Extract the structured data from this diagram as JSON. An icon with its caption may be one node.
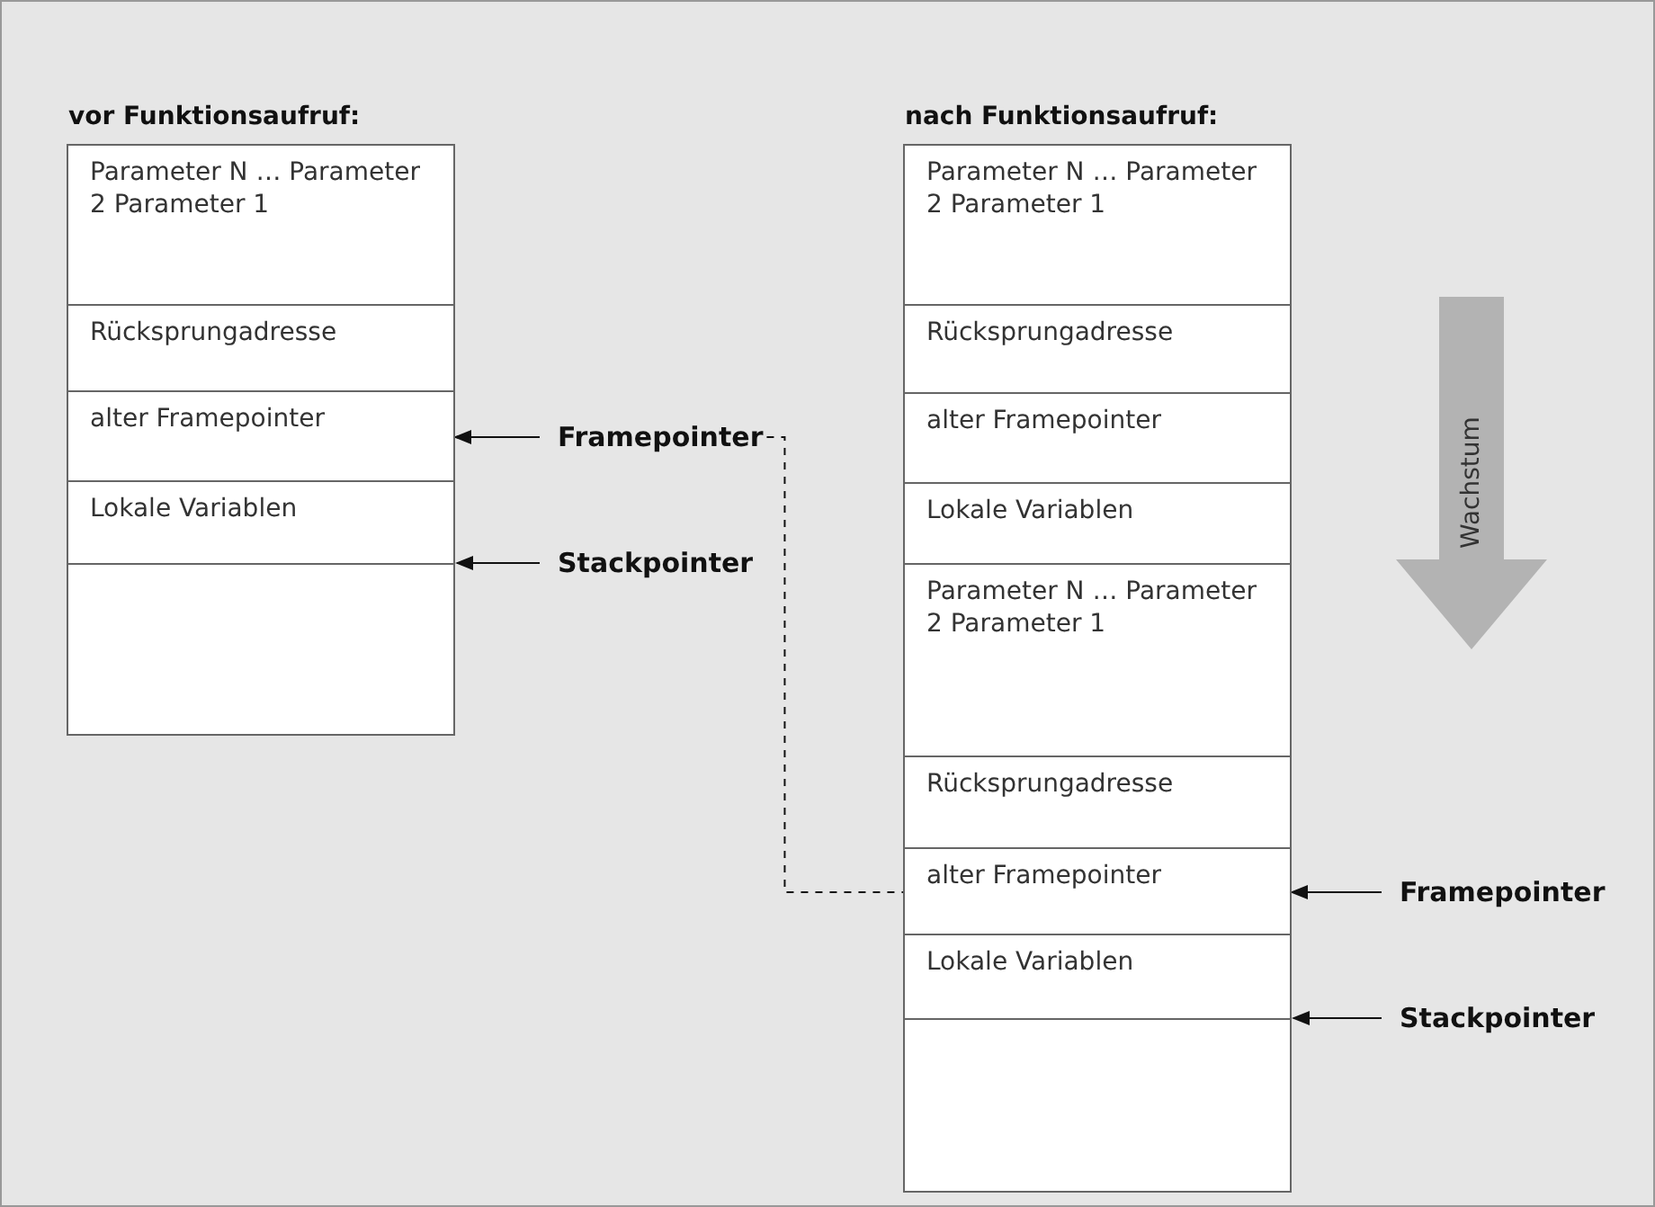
{
  "diagram": {
    "nodes": [
      {
        "text": [
          "vor Funktionsaufruf:"
        ]
      },
      {
        "text": [
          "Parameter N … Parameter 2 Parameter 1"
        ],
        "in": 0
      },
      {
        "text": [
          "Rücksprungadresse"
        ],
        "in": 0
      },
      {
        "text": [
          "alter Framepointer"
        ],
        "in": 0
      },
      {
        "text": [
          "Lokale Variablen"
        ],
        "in": 0
      },
      {
        "text": [
          "Framepointer"
        ]
      },
      {
        "text": [
          "Stackpointer"
        ]
      },
      {
        "text": [
          "nach Funktionsaufruf:"
        ]
      },
      {
        "text": [
          "Parameter N … Parameter 2 Parameter 1"
        ],
        "in": 7
      },
      {
        "text": [
          "Rücksprungadresse"
        ],
        "in": 7
      },
      {
        "text": [
          "alter Framepointer"
        ],
        "in": 7
      },
      {
        "text": [
          "Lokale Variablen"
        ],
        "in": 7
      },
      {
        "text": [
          "Parameter N … Parameter 2 Parameter 1"
        ],
        "in": 7
      },
      {
        "text": [
          "Rücksprungadresse"
        ],
        "in": 7
      },
      {
        "text": [
          "alter Framepointer"
        ],
        "in": 7
      },
      {
        "text": [
          "Lokale Variablen"
        ],
        "in": 7
      },
      {
        "text": [
          "Wachstum"
        ]
      },
      {
        "text": [
          "Framepointer"
        ]
      },
      {
        "text": [
          "Stackpointer"
        ]
      }
    ],
    "edges": [
      {
        "from": 5,
        "to": 3,
        "arrow": "to"
      },
      {
        "from": 6,
        "to": 0,
        "arrow": "to"
      },
      {
        "from": 5,
        "to": 14,
        "arrow": "none",
        "style": "dashed"
      },
      {
        "from": 17,
        "to": 14,
        "arrow": "to"
      },
      {
        "from": 18,
        "to": 7,
        "arrow": "to"
      }
    ]
  }
}
